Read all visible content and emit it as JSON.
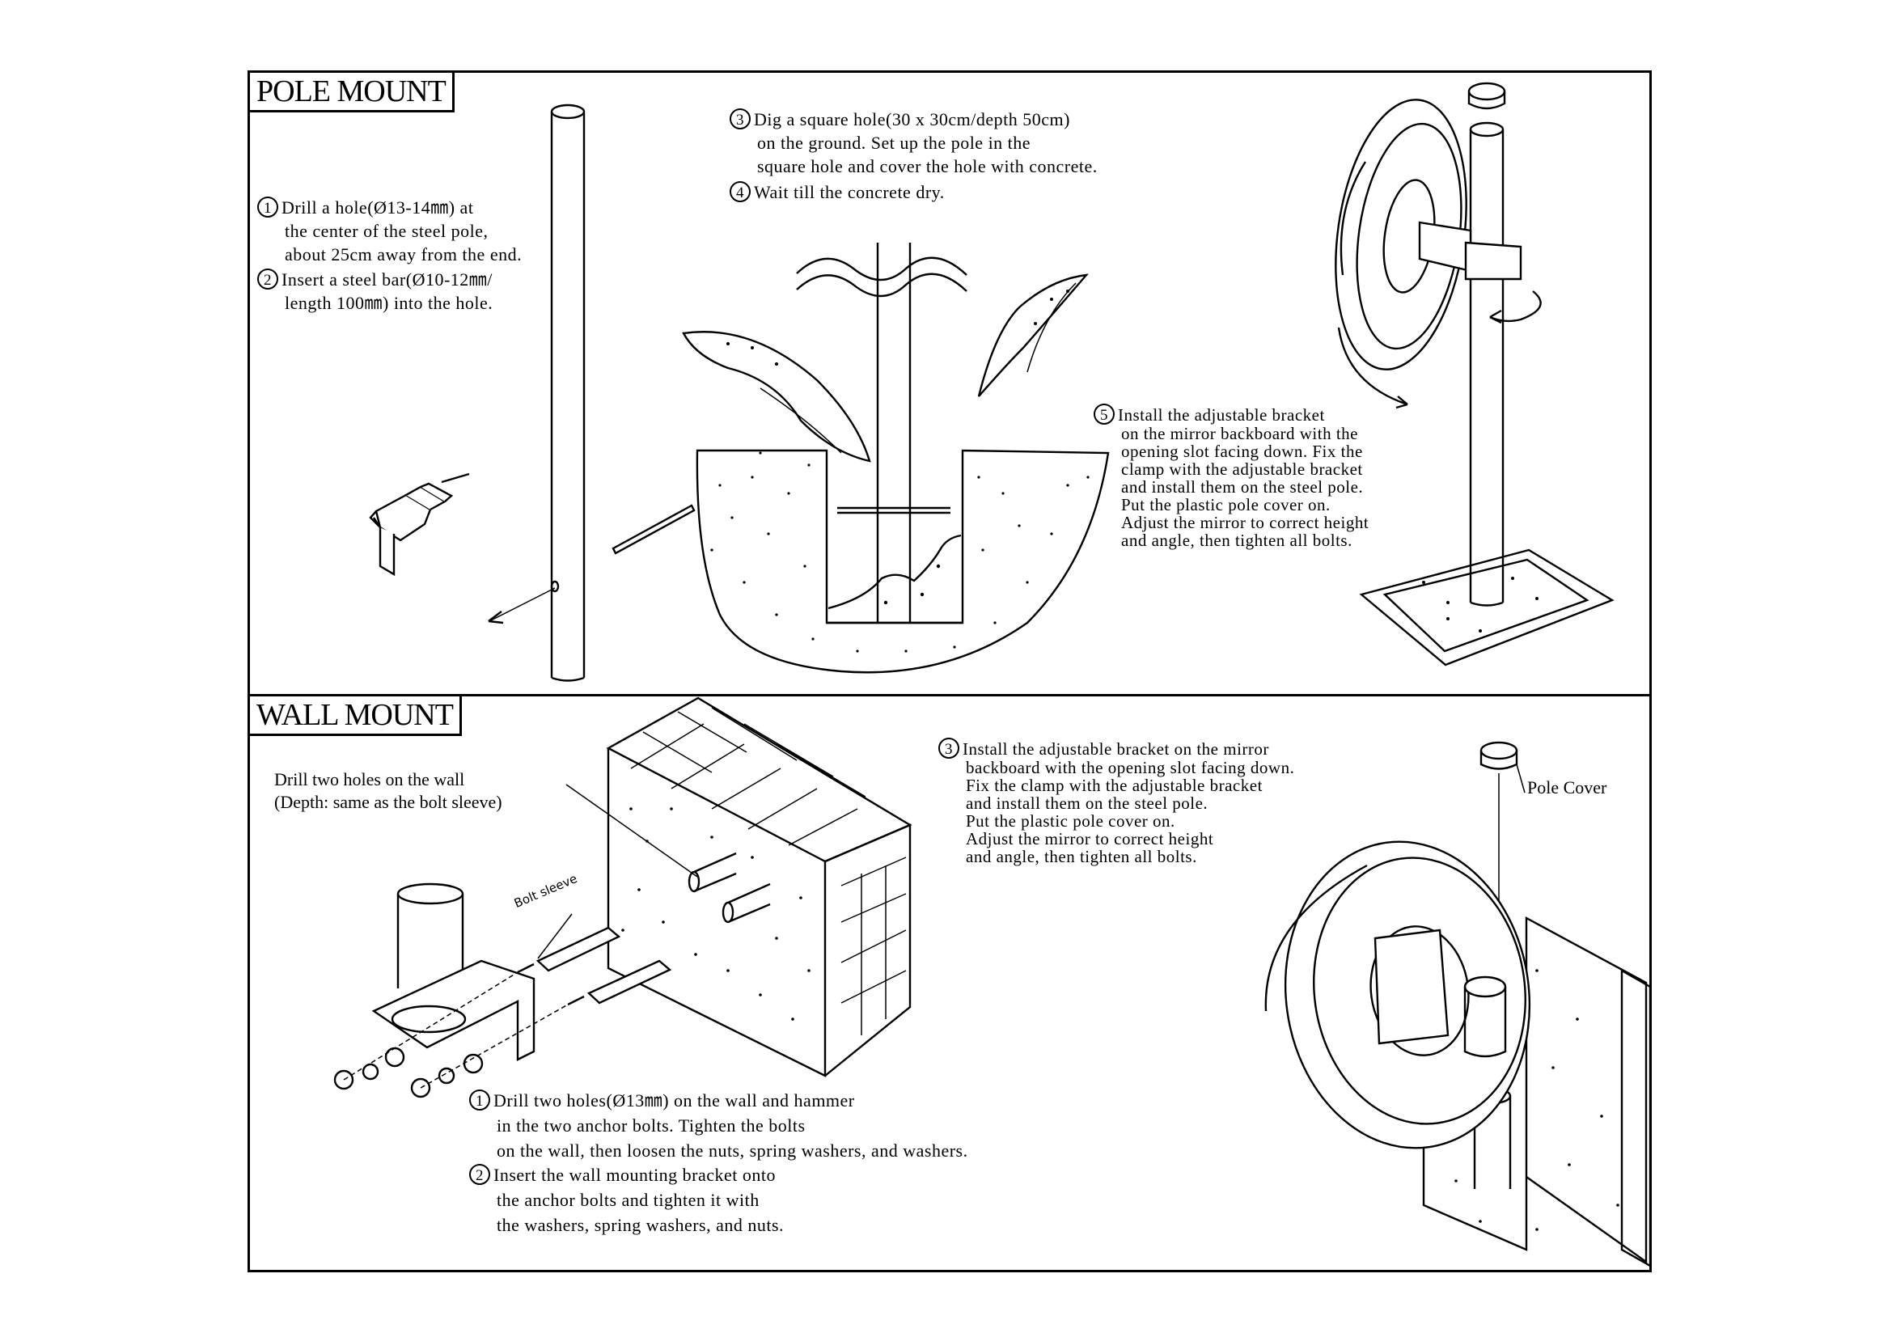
{
  "pole_mount": {
    "title": "POLE MOUNT",
    "steps": [
      {
        "num": "1",
        "lines": [
          "Drill a hole(Ø13-14㎜) at",
          "the center of the steel pole,",
          "about 25cm away from the end."
        ]
      },
      {
        "num": "2",
        "lines": [
          "Insert a steel bar(Ø10-12㎜/",
          "length 100㎜) into the hole."
        ]
      },
      {
        "num": "3",
        "lines": [
          "Dig a square hole(30 x 30cm/depth 50cm)",
          "on the ground. Set up  the pole in the",
          "square hole and cover the hole with concrete."
        ]
      },
      {
        "num": "4",
        "lines": [
          "Wait till the concrete dry."
        ]
      },
      {
        "num": "5",
        "lines": [
          "Install the adjustable bracket",
          "on the mirror backboard with the",
          "opening slot facing down. Fix the",
          "clamp with the adjustable bracket",
          "and install them on the steel pole.",
          "Put the plastic pole cover on.",
          "Adjust the mirror to correct height",
          "and angle, then tighten all bolts."
        ]
      }
    ]
  },
  "wall_mount": {
    "title": "WALL MOUNT",
    "drill_note": [
      "Drill two holes on the wall",
      "(Depth: same as the bolt sleeve)"
    ],
    "bolt_sleeve_label": "Bolt sleeve",
    "pole_cover_label": "Pole Cover",
    "steps": [
      {
        "num": "1",
        "lines": [
          "Drill two holes(Ø13㎜) on the wall and hammer",
          "in the two anchor  bolts. Tighten the bolts",
          "on the wall, then loosen the nuts, spring  washers, and washers."
        ]
      },
      {
        "num": "2",
        "lines": [
          "Insert the wall mounting bracket onto",
          "the anchor bolts and tighten it with",
          "the washers, spring washers, and nuts."
        ]
      },
      {
        "num": "3",
        "lines": [
          "Install the adjustable bracket on the mirror",
          "backboard with the  opening slot facing down.",
          "Fix the clamp with the adjustable bracket",
          "and install them on the steel pole.",
          "Put the plastic pole cover on.",
          "Adjust the mirror to correct height",
          "and angle, then tighten all bolts."
        ]
      }
    ]
  }
}
